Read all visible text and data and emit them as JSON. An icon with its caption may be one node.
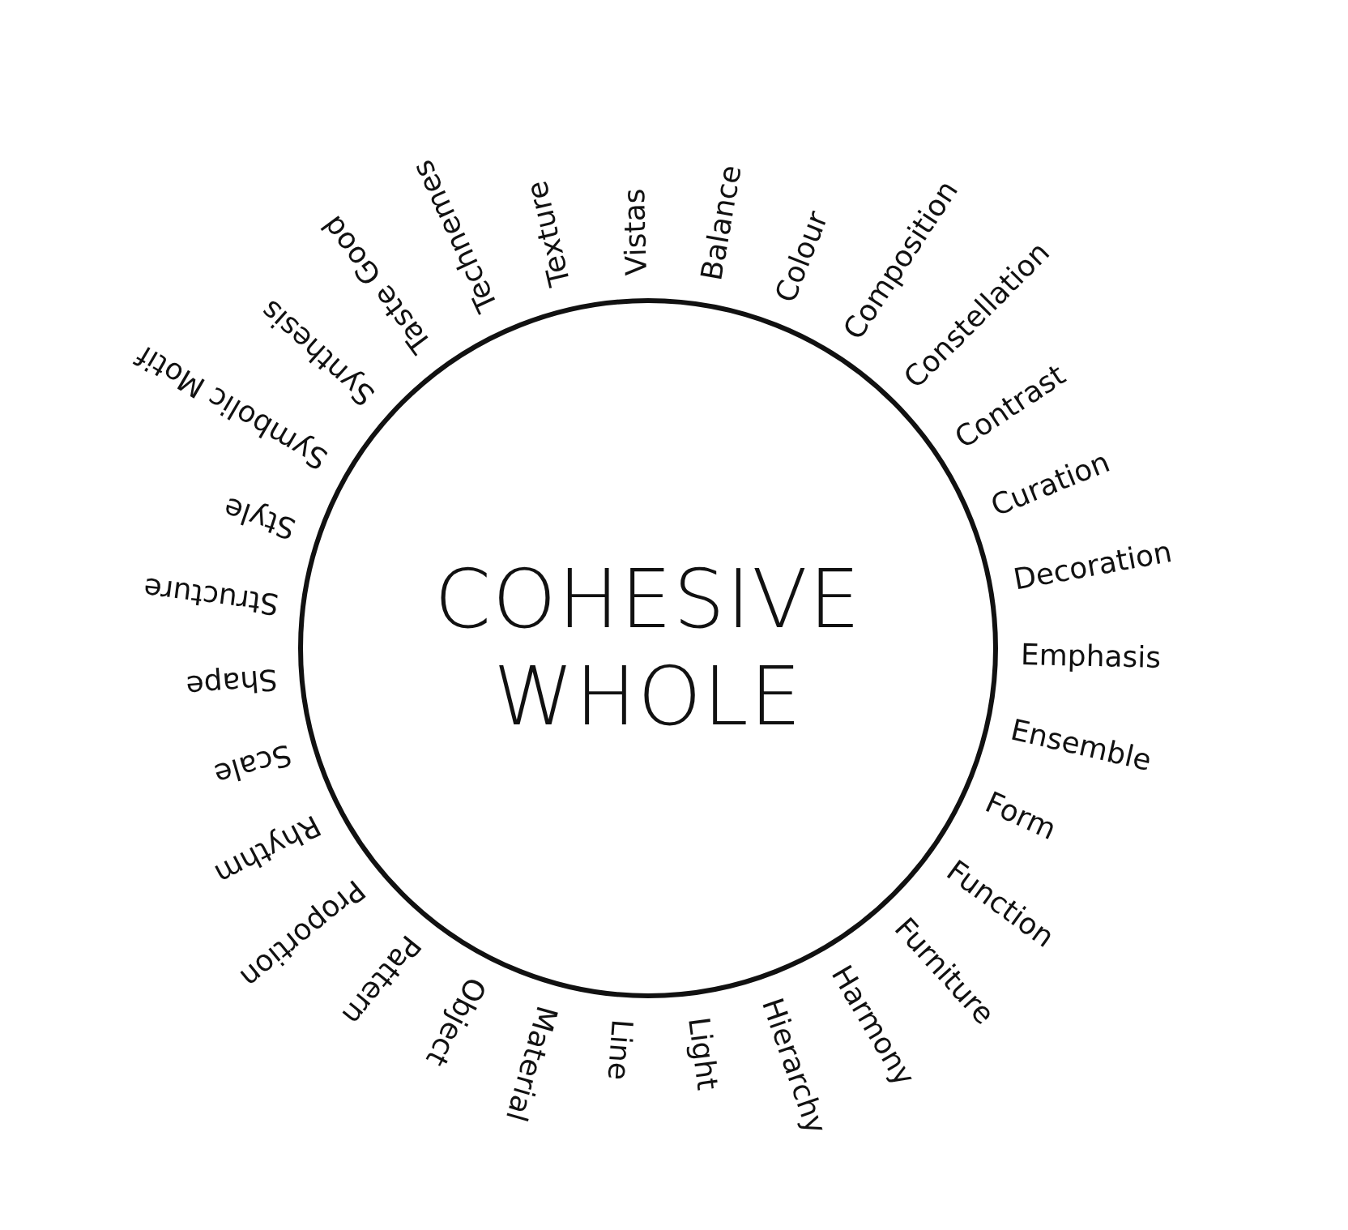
{
  "diagram": {
    "nodes": [
      {
        "text": [
          "COHESIVE WHOLE"
        ]
      }
    ],
    "labels": [
      "Balance",
      "Colour",
      "Composition",
      "Constellation",
      "Contrast",
      "Curation",
      "Decoration",
      "Emphasis",
      "Ensemble",
      "Form",
      "Function",
      "Furniture",
      "Harmony",
      "Hierarchy",
      "Light",
      "Line",
      "Material",
      "Object",
      "Pattern",
      "Proportion",
      "Rhythm",
      "Scale",
      "Shape",
      "Structure",
      "Style",
      "Symbolic Motif",
      "Synthesis",
      "Taste Good",
      "Technemes",
      "Texture",
      "Vistas"
    ]
  }
}
